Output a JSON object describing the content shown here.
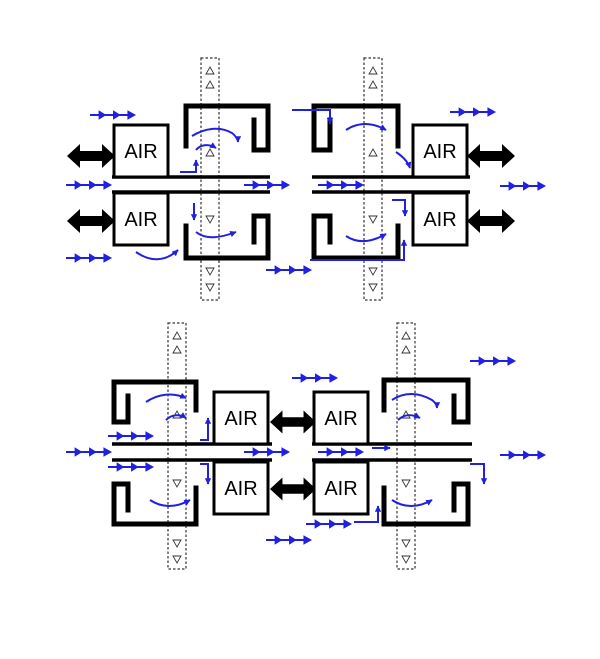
{
  "colors": {
    "ink": "#000000",
    "flow": "#2020e0",
    "tape": "#333333",
    "background": "#ffffff"
  },
  "labels": {
    "air_1": "AIR",
    "air_2": "AIR",
    "air_3": "AIR",
    "air_4": "AIR",
    "air_5": "AIR",
    "air_6": "AIR",
    "air_7": "AIR",
    "air_8": "AIR"
  },
  "icons": [
    "double-headed-block-arrow",
    "triple-chevron-flow-arrow",
    "curved-flow-arrow",
    "dashed-tape-strip"
  ]
}
